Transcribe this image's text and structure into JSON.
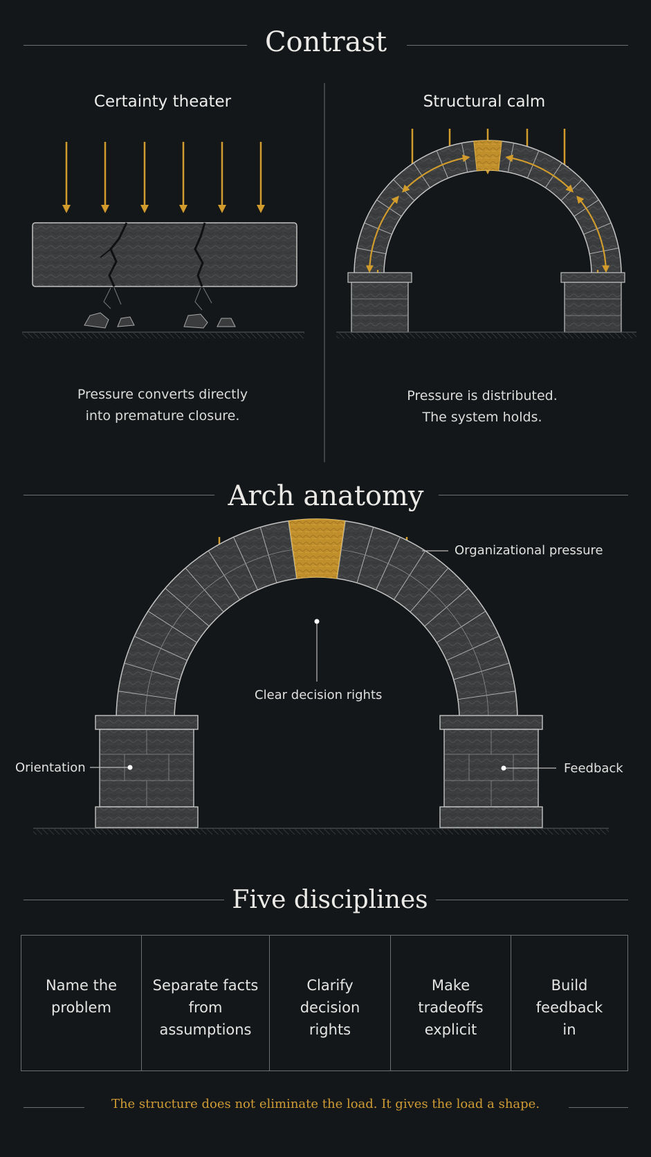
{
  "sections": {
    "contrast": {
      "title": "Contrast",
      "left": {
        "heading": "Certainty theater",
        "caption_lines": [
          "Pressure converts directly",
          "into premature closure."
        ]
      },
      "right": {
        "heading": "Structural calm",
        "caption_lines": [
          "Pressure is distributed.",
          "The system holds."
        ]
      }
    },
    "anatomy": {
      "title": "Arch anatomy",
      "labels": {
        "pressure": "Organizational pressure",
        "keystone": "Clear decision rights",
        "left_pier": "Orientation",
        "right_pier": "Feedback"
      }
    },
    "disciplines": {
      "title": "Five disciplines",
      "items": [
        {
          "lines": [
            "Name the",
            "problem"
          ]
        },
        {
          "lines": [
            "Separate facts",
            "from",
            "assumptions"
          ]
        },
        {
          "lines": [
            "Clarify",
            "decision",
            "rights"
          ]
        },
        {
          "lines": [
            "Make",
            "tradeoffs",
            "explicit"
          ]
        },
        {
          "lines": [
            "Build",
            "feedback",
            "in"
          ]
        }
      ]
    }
  },
  "footer": {
    "quote": "The structure does not eliminate the load. It gives the load a shape."
  },
  "colors": {
    "background": "#14171a",
    "accent_gold": "#d19c2c",
    "stone": "#3a3c3e",
    "stone_edge": "#bdbdbb",
    "rule": "#6d6f71"
  }
}
